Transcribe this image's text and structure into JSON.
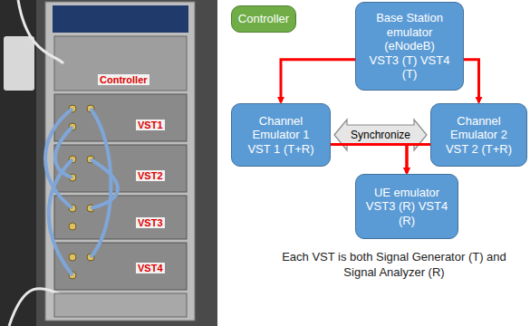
{
  "diagram": {
    "caption": "Each VST is both Signal Generator (T) and Signal Analyzer (R)",
    "nodes": [
      {
        "text": [
          "Controller"
        ]
      },
      {
        "text": [
          "Base Station emulator (eNodeB)",
          "VST3 (T) VST4 (T)"
        ]
      },
      {
        "text": [
          "Channel Emulator 1",
          "VST 1 (T+R)"
        ]
      },
      {
        "text": [
          "Channel Emulator 2",
          "VST 2 (T+R)"
        ]
      },
      {
        "text": [
          "UE emulator",
          "VST3 (R) VST4 (R)"
        ]
      }
    ],
    "edges": [
      {
        "from": 1,
        "to": 2,
        "arrow": "to"
      },
      {
        "from": 1,
        "to": 3,
        "arrow": "to"
      },
      {
        "from": 2,
        "to": 3,
        "label": "Synchronize",
        "arrow": "both"
      },
      {
        "from": 2,
        "to": 4,
        "arrow": "to"
      },
      {
        "from": 3,
        "to": 4,
        "arrow": "to"
      }
    ],
    "labels": [
      "Controller",
      "VST1",
      "VST2",
      "VST3",
      "VST4"
    ]
  }
}
